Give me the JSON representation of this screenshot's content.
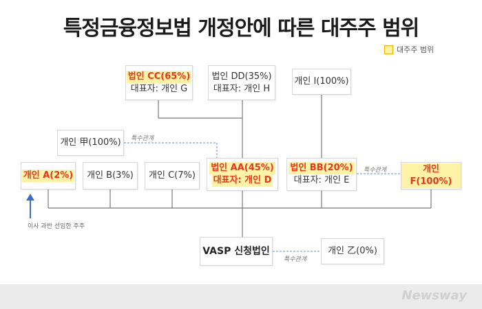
{
  "title": "특정금융정보법 개정안에 따른 대주주 범위",
  "legend": {
    "label": "대주주 범위",
    "highlight_color": "#fdf2a6",
    "highlight_text_color": "#e6361e"
  },
  "nodes": {
    "cc": {
      "line1": "법인 CC(65%)",
      "line2": "대표자: 개인 G"
    },
    "dd": {
      "line1": "법인 DD(35%)",
      "line2": "대표자: 개인 H"
    },
    "i": {
      "line1": "개인 I(100%)"
    },
    "gap": {
      "line1": "개인 甲(100%)"
    },
    "a": {
      "line1": "개인 A(2%)"
    },
    "b": {
      "line1": "개인 B(3%)"
    },
    "c": {
      "line1": "개인 C(7%)"
    },
    "aa": {
      "line1": "법인 AA(45%)",
      "line2": "대표자: 개인 D"
    },
    "bb": {
      "line1": "법인 BB(20%)",
      "line2": "대표자: 개인 E"
    },
    "f": {
      "line1": "개인 F(100%)"
    },
    "vasp": {
      "line1": "VASP 신청법인"
    },
    "eul": {
      "line1": "개인 乙(0%)"
    }
  },
  "relations": {
    "special_1": "특수관계",
    "special_2": "특수관계",
    "special_3": "특수관계"
  },
  "note": "이사 과반 선임한 주주",
  "brand": "Newsway"
}
